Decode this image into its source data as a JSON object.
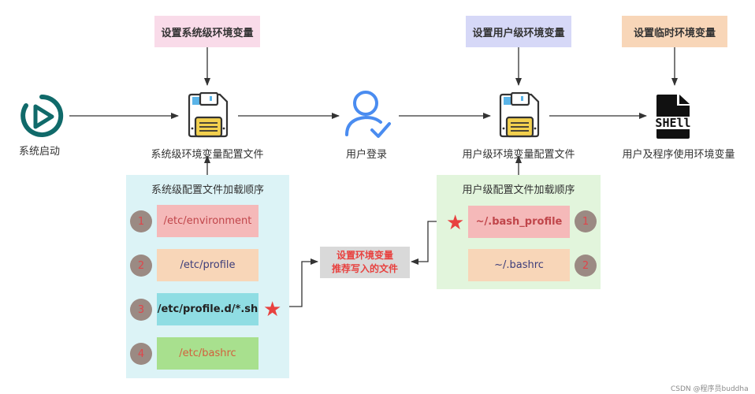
{
  "top_boxes": {
    "system": {
      "text": "设置系统级环境变量",
      "color": "#f9dbe9"
    },
    "user": {
      "text": "设置用户级环境变量",
      "color": "#d6d8f7"
    },
    "temp": {
      "text": "设置临时环境变量",
      "color": "#f8d6b8"
    }
  },
  "nodes": {
    "boot": {
      "label": "系统启动",
      "icon": "play-circle-icon",
      "color": "#106a6a"
    },
    "system_config": {
      "label": "系统级环境变量配置文件",
      "icon": "floppy-disk-icon"
    },
    "login": {
      "label": "用户登录",
      "icon": "user-check-icon",
      "color": "#4a8cf0"
    },
    "user_config": {
      "label": "用户级环境变量配置文件",
      "icon": "floppy-disk-icon"
    },
    "shell": {
      "label": "用户及程序使用环境变量",
      "icon": "shell-file-icon",
      "icon_text": "SHEll"
    }
  },
  "system_panel": {
    "title": "系统级配置文件加载顺序",
    "color": "#dcf3f6",
    "items": [
      {
        "num": "1",
        "path": "/etc/environment",
        "bg": "#f5b9b9",
        "fg": "#c0454a",
        "bold": false
      },
      {
        "num": "2",
        "path": "/etc/profile",
        "bg": "#f8d6b8",
        "fg": "#3d3d7a",
        "bold": false
      },
      {
        "num": "3",
        "path": "/etc/profile.d/*.sh",
        "bg": "#8fdde3",
        "fg": "#222222",
        "bold": true
      },
      {
        "num": "4",
        "path": "/etc/bashrc",
        "bg": "#a8e08e",
        "fg": "#d2603c",
        "bold": false
      }
    ]
  },
  "user_panel": {
    "title": "用户级配置文件加载顺序",
    "color": "#e2f5dc",
    "items": [
      {
        "num": "1",
        "path": "~/.bash_profile",
        "bg": "#f5b9b9",
        "fg": "#c0454a",
        "bold": true
      },
      {
        "num": "2",
        "path": "~/.bashrc",
        "bg": "#f8d6b8",
        "fg": "#3d3d7a",
        "bold": false
      }
    ]
  },
  "recommend": {
    "line1": "设置环境变量",
    "line2": "推荐写入的文件"
  },
  "star_glyph": "★",
  "watermark": "CSDN @程序员buddha"
}
